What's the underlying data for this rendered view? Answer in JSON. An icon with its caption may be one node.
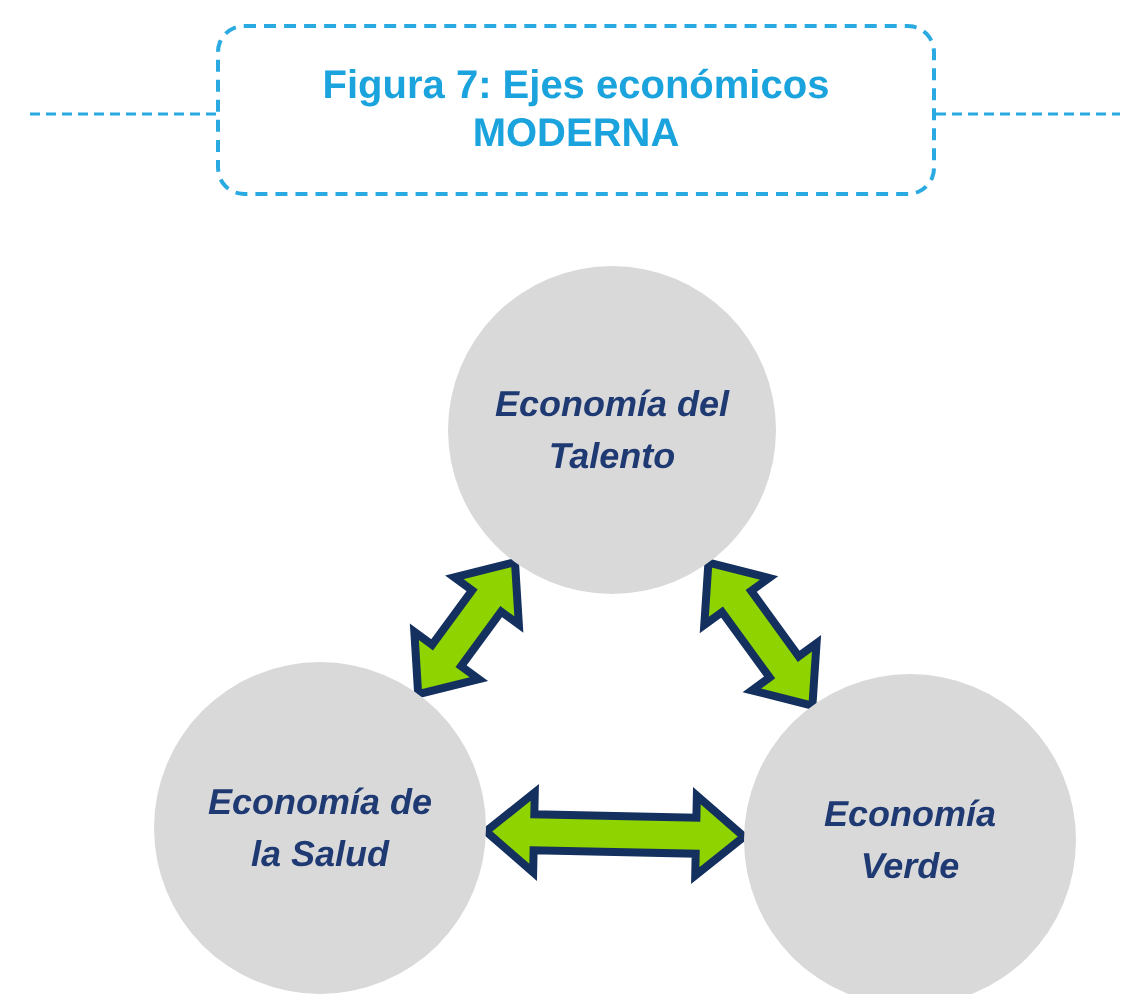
{
  "diagram": {
    "title": "Figura 7: Ejes económicos MODERNA",
    "nodes": [
      {
        "text": [
          "Economía del Talento"
        ]
      },
      {
        "text": [
          "Economía de la Salud"
        ]
      },
      {
        "text": [
          "Economía Verde"
        ]
      }
    ],
    "edges": [
      {
        "from": 0,
        "to": 1,
        "arrow": "both"
      },
      {
        "from": 0,
        "to": 2,
        "arrow": "both"
      },
      {
        "from": 1,
        "to": 2,
        "arrow": "both"
      }
    ]
  }
}
